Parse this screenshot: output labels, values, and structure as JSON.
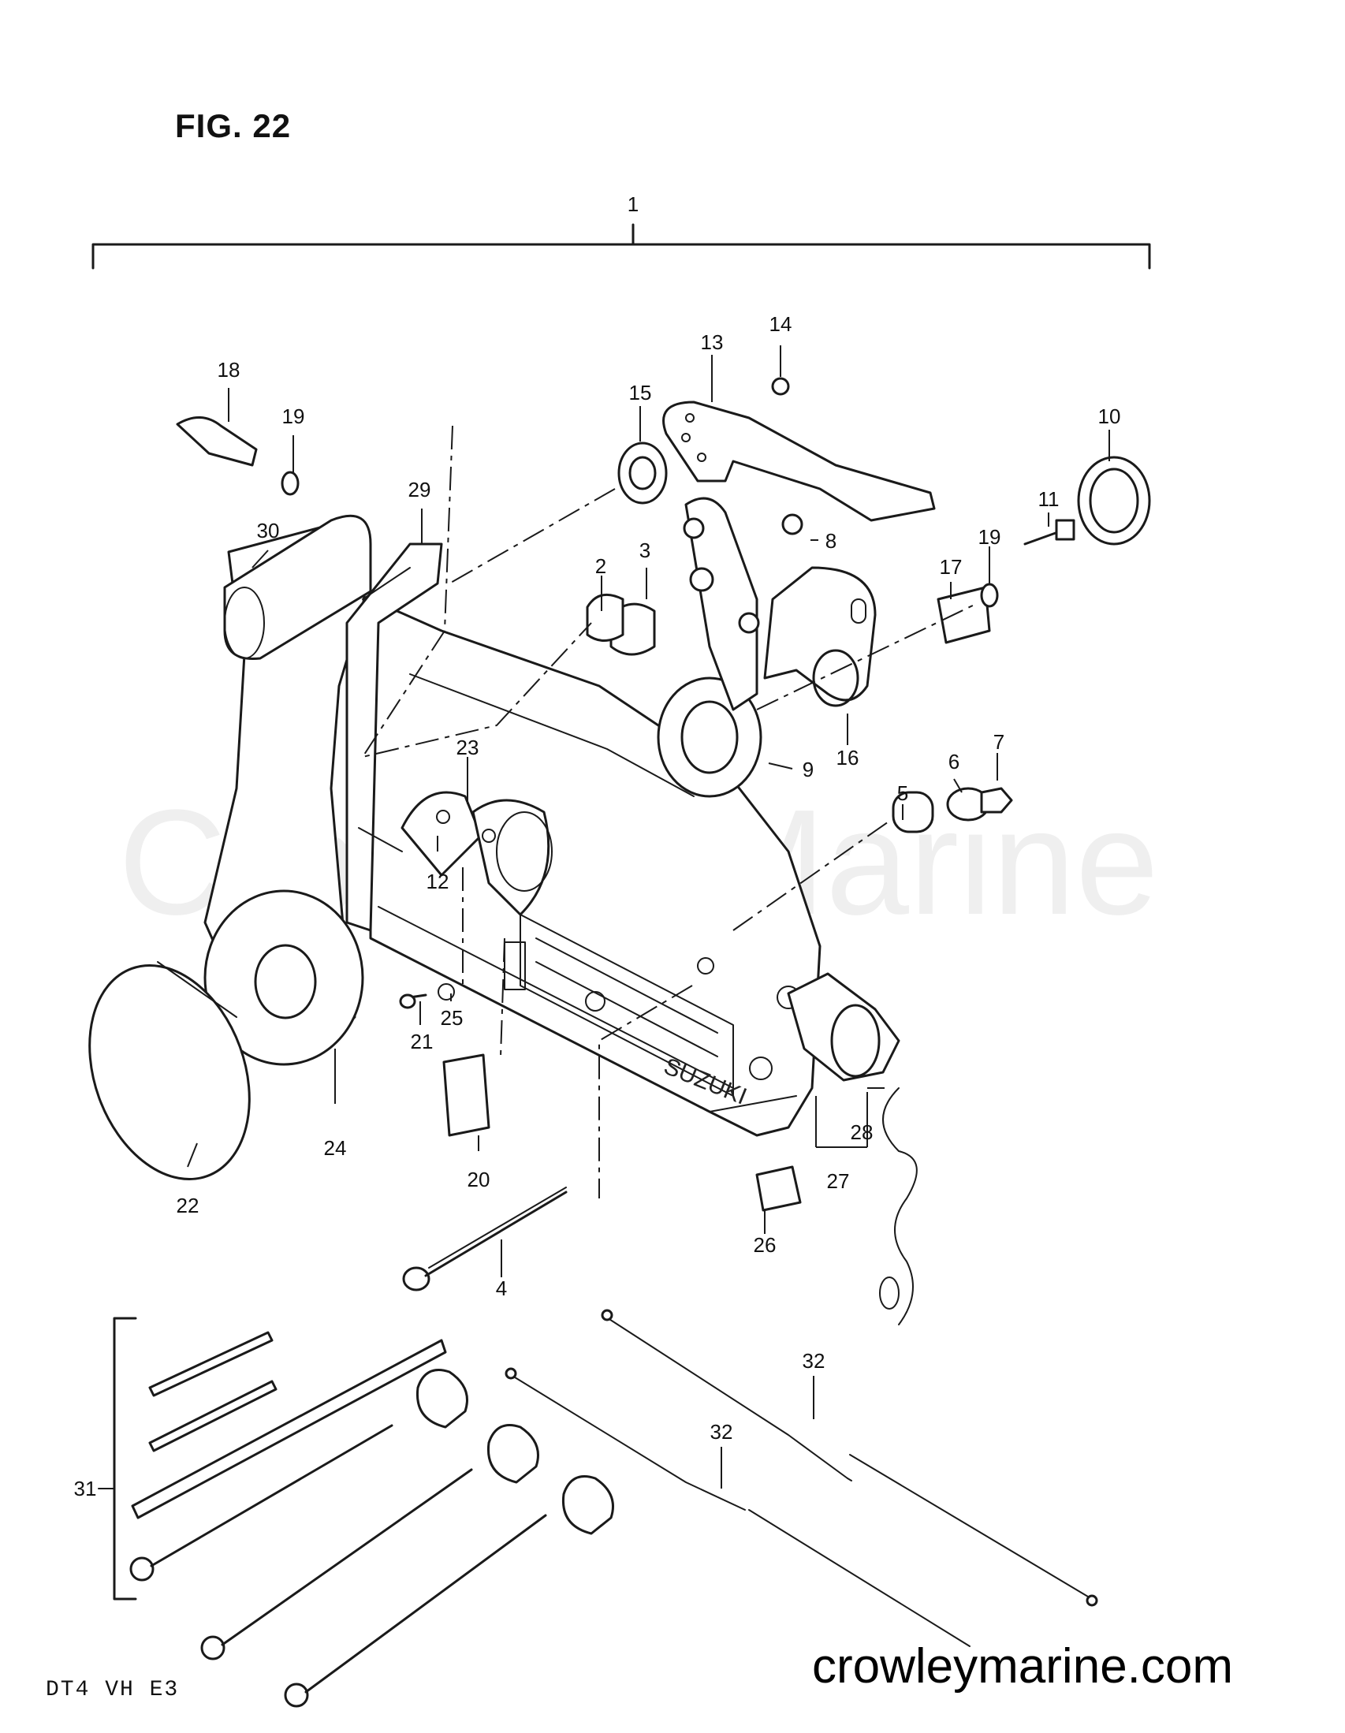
{
  "figure": {
    "title": "FIG. 22",
    "model_code": "DT4  VH  E3",
    "brand_on_part": "SUZUKI"
  },
  "watermark": "Crowley Marine",
  "site_url": "crowleymarine.com",
  "callouts": [
    "1",
    "2",
    "3",
    "4",
    "5",
    "6",
    "7",
    "8",
    "9",
    "10",
    "11",
    "12",
    "13",
    "14",
    "15",
    "16",
    "17",
    "18",
    "19",
    "19",
    "20",
    "21",
    "22",
    "23",
    "24",
    "25",
    "26",
    "27",
    "28",
    "29",
    "30",
    "31",
    "32",
    "32"
  ]
}
